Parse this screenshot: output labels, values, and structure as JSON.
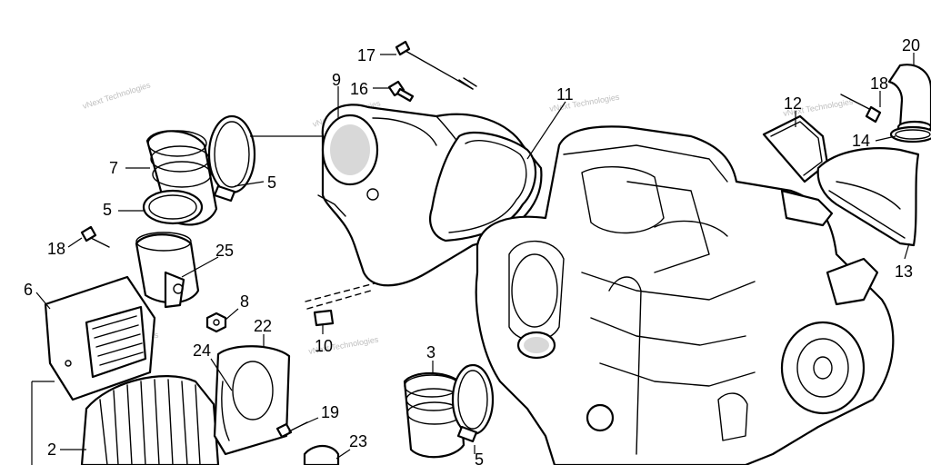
{
  "watermark": "vNext Technologies",
  "callouts": {
    "c17": "17",
    "c16": "16",
    "c9": "9",
    "c11": "11",
    "c20": "20",
    "c18a": "18",
    "c12": "12",
    "c14": "14",
    "c7": "7",
    "c5a": "5",
    "c5b": "5",
    "c18b": "18",
    "c25": "25",
    "c6": "6",
    "c8": "8",
    "c22": "22",
    "c10": "10",
    "c13": "13",
    "c24": "24",
    "c3": "3",
    "c19": "19",
    "c2": "2",
    "c23": "23",
    "c5c": "5"
  },
  "colors": {
    "line": "#000000",
    "watermark": "#bdbdbd",
    "background": "#ffffff"
  }
}
